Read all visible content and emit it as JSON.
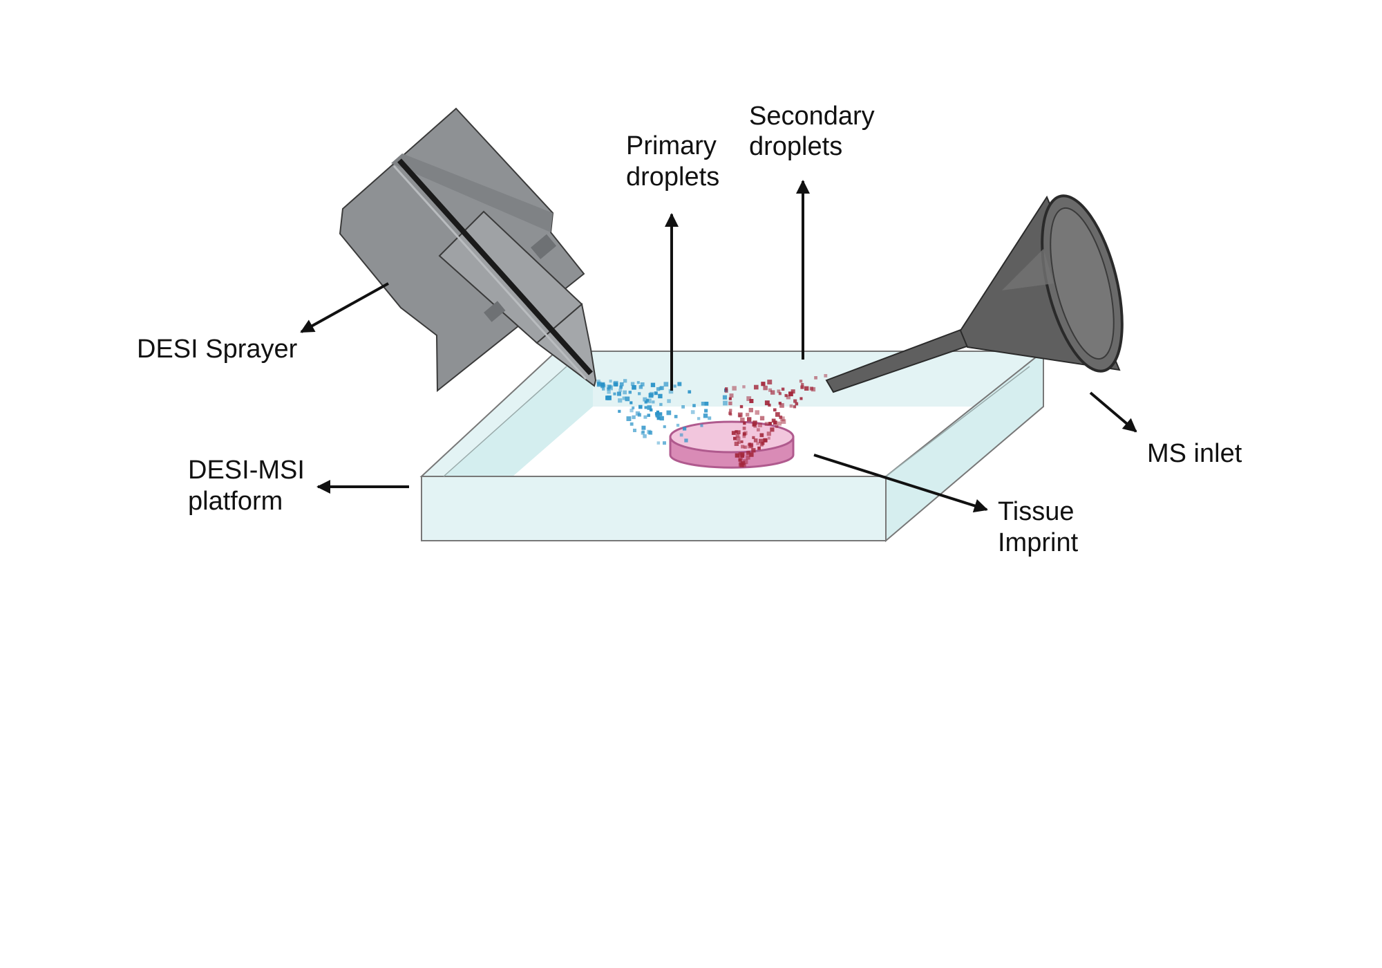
{
  "labels": {
    "desi_sprayer": "DESI Sprayer",
    "primary_droplets": [
      "Primary",
      "droplets"
    ],
    "secondary_droplets": [
      "Secondary",
      "droplets"
    ],
    "ms_inlet": "MS inlet",
    "desi_msi_platform": [
      "DESI-MSI",
      "platform"
    ],
    "tissue_imprint": [
      "Tissue",
      "Imprint"
    ]
  },
  "colors": {
    "sprayer_body": "#8e9194",
    "sprayer_dark": "#6e7174",
    "primary_droplet": "#2b93c8",
    "secondary_droplet": "#a3283c",
    "tissue": "#e9a6c8",
    "tissue_edge": "#b05a8e",
    "platform": "#e3f3f4",
    "funnel": "#5f5f5f"
  }
}
